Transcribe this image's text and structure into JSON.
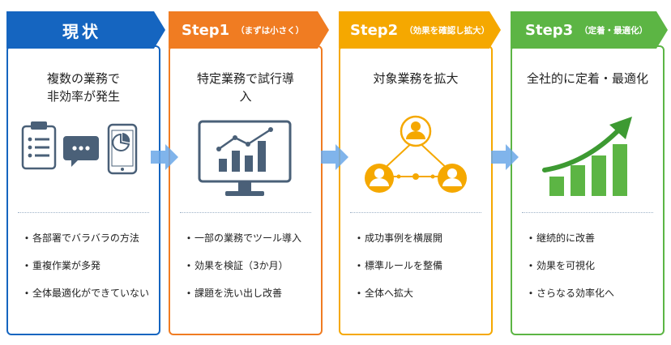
{
  "columns": [
    {
      "tab_main": "現状",
      "tab_sub": "",
      "title_lines": [
        "複数の業務で",
        "非効率が発生"
      ],
      "bullets": [
        "各部署でバラバラの方法",
        "重複作業が多発",
        "全体最適化ができていない"
      ],
      "accent": "#1565c0",
      "icons": [
        "clipboard-icon",
        "chat-bubble-icon",
        "smartphone-chart-icon"
      ]
    },
    {
      "tab_main": "Step1",
      "tab_sub": "（まずは小さく）",
      "title_lines": [
        "特定業務で試行導",
        "入"
      ],
      "bullets": [
        "一部の業務でツール導入",
        "効果を検証（3か月）",
        "課題を洗い出し改善"
      ],
      "accent": "#f07c22",
      "icons": [
        "monitor-chart-icon"
      ]
    },
    {
      "tab_main": "Step2",
      "tab_sub": "（効果を確認し拡大）",
      "title_lines": [
        "対象業務を拡大"
      ],
      "bullets": [
        "成功事例を横展開",
        "標準ルールを整備",
        "全体へ拡大"
      ],
      "accent": "#f5a800",
      "icons": [
        "people-network-icon"
      ]
    },
    {
      "tab_main": "Step3",
      "tab_sub": "（定着・最適化）",
      "title_lines": [
        "全社的に定着・最適化"
      ],
      "bullets": [
        "継続的に改善",
        "効果を可視化",
        "さらなる効率化へ"
      ],
      "accent": "#5cb544",
      "icons": [
        "growth-chart-icon"
      ]
    }
  ],
  "bullet_mark": "・",
  "arrow_color": "#6aa7e8",
  "arrow_icon": "right-arrow-icon"
}
